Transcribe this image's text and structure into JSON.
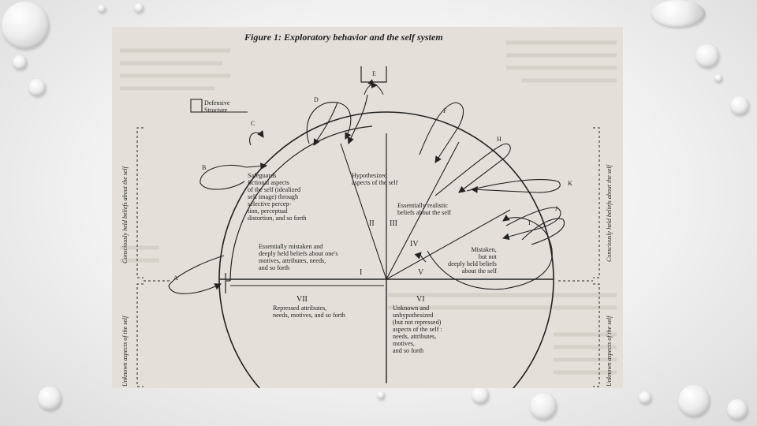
{
  "figure": {
    "title": "Figure 1: Exploratory behavior and the self system",
    "defensive_structure": "Defensive\nStructure",
    "side_labels": {
      "left_upper": "Consciously held beliefs about the self",
      "left_lower": "Unknown aspects of the self",
      "right_upper": "Consciously held beliefs about the self",
      "right_lower": "Unknown aspects of the self"
    },
    "letters": {
      "a": "A",
      "b": "B",
      "c": "C",
      "d": "D",
      "e": "E",
      "f": "F",
      "h": "H",
      "i": "I",
      "j": "J",
      "k": "K"
    },
    "segments": {
      "i": "I",
      "ii": "II",
      "iii": "III",
      "iv": "IV",
      "v": "V",
      "vi": "VI",
      "vii": "VII"
    },
    "segment_texts": {
      "safeguards": "Safeguards\nfictional aspects\nof the self (idealized\nself image) through\nselective percep-\ntion, perceptual\ndistortion, and so forth",
      "hypothesized": "Hypothesized\naspects of the self",
      "realistic": "Essentially realistic\nbeliefs about the self",
      "mistaken_held": "Essentially mistaken and\ndeeply held beliefs about one's\nmotives, attributes, needs,\nand so forth",
      "mistaken_not_held": "Mistaken,\nbut not\ndeeply held beliefs\nabout the self",
      "repressed": "Repressed attributes,\nneeds, motives, and so forth",
      "unknown": "Unknown and\nunhypothesized\n(but not repressed)\naspects of the self :\nneeds, attributes,\nmotives,\nand so forth"
    }
  }
}
